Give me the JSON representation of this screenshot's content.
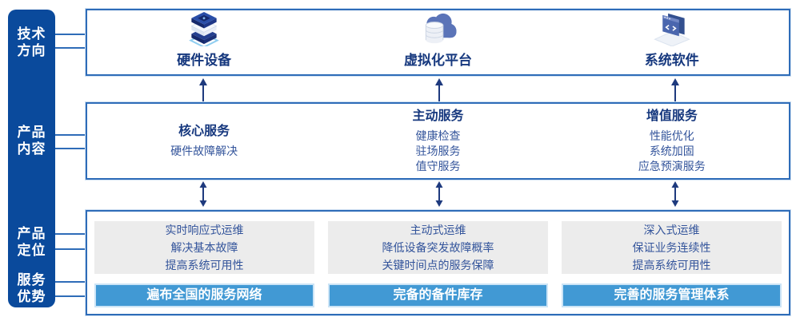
{
  "colors": {
    "sidebar_bg": "#0a4a9c",
    "sidebar_text": "#ffffff",
    "box_border": "#2e6cb8",
    "box_glow": "#cfe0f2",
    "connector": "#2e6cb8",
    "title_text": "#16387e",
    "body_text": "#33549b",
    "card_bg": "#ececec",
    "banner_bg": "#4199d4",
    "banner_border": "#cce4f6",
    "banner_text": "#ffffff",
    "arrow": "#1e3a7e"
  },
  "sidebar": {
    "labels": [
      {
        "line1": "技术",
        "line2": "方向"
      },
      {
        "line1": "产品",
        "line2": "内容"
      },
      {
        "line1": "产品",
        "line2": "定位"
      },
      {
        "line1": "服务",
        "line2": "优势"
      }
    ]
  },
  "tech_row": {
    "items": [
      {
        "icon": "server-stack-icon",
        "label": "硬件设备"
      },
      {
        "icon": "cloud-database-icon",
        "label": "虚拟化平台"
      },
      {
        "icon": "code-window-icon",
        "label": "系统软件"
      }
    ]
  },
  "content_row": {
    "columns": [
      {
        "title": "核心服务",
        "items": [
          "硬件故障解决"
        ]
      },
      {
        "title": "主动服务",
        "items": [
          "健康检查",
          "驻场服务",
          "值守服务"
        ]
      },
      {
        "title": "增值服务",
        "items": [
          "性能优化",
          "系统加固",
          "应急预演服务"
        ]
      }
    ]
  },
  "positioning_row": {
    "columns": [
      {
        "points": [
          "实时响应式运维",
          "解决基本故障",
          "提高系统可用性"
        ],
        "banner": "遍布全国的服务网络"
      },
      {
        "points": [
          "主动式运维",
          "降低设备突发故障概率",
          "关键时间点的服务保障"
        ],
        "banner": "完备的备件库存"
      },
      {
        "points": [
          "深入式运维",
          "保证业务连续性",
          "提高系统可用性"
        ],
        "banner": "完善的服务管理体系"
      }
    ]
  }
}
